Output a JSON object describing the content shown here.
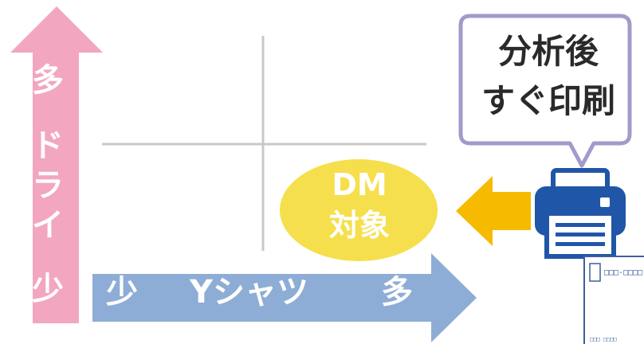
{
  "y_axis": {
    "high_label": "多",
    "title_chars": [
      "ド",
      "ラ",
      "イ"
    ],
    "low_label": "少"
  },
  "x_axis": {
    "low_label": "少",
    "title": "Yシャツ",
    "high_label": "多"
  },
  "dm_bubble": {
    "line1": "DM",
    "line2": "対象"
  },
  "speech_bubble": {
    "line1": "分析後",
    "line2": "すぐ印刷"
  },
  "postcard": {
    "address_text": "□□□-□□□□",
    "footer_text": "□□□ □□□□"
  },
  "colors": {
    "y_arrow": "#f3a6bf",
    "x_arrow": "#8eadd6",
    "dm_circle": "#f5df4d",
    "print_arrow": "#f6bb00",
    "printer": "#1f56a8",
    "bubble_border": "#a39acb",
    "quadrant_lines": "#c8c8c8"
  },
  "icons": [
    "up-arrow-icon",
    "right-arrow-icon",
    "left-arrow-icon",
    "printer-icon",
    "postcard-icon"
  ]
}
